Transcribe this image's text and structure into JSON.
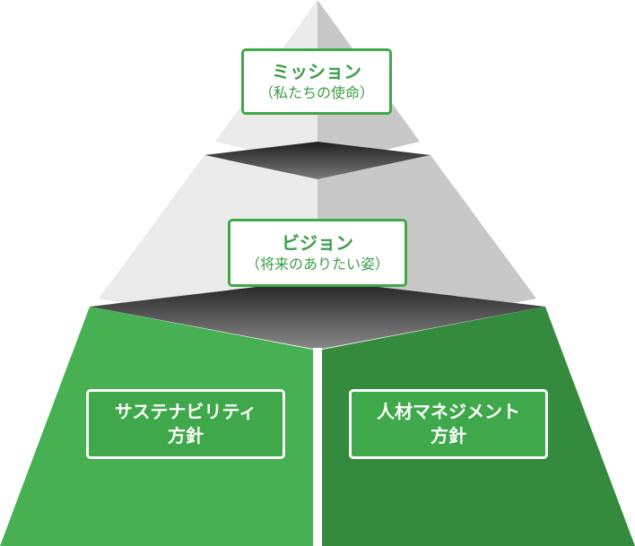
{
  "pyramid": {
    "top": {
      "title": "ミッション",
      "subtitle": "（私たちの使命）"
    },
    "middle": {
      "title": "ビジョン",
      "subtitle": "（将来のありたい姿）"
    },
    "bottom_left": {
      "line1": "サステナビリティ",
      "line2": "方針"
    },
    "bottom_right": {
      "line1": "人材マネジメント",
      "line2": "方針"
    }
  },
  "colors": {
    "accent_green": "#3fa84a",
    "green_light_face": "#46b052",
    "green_dark_face": "#358b3d",
    "grey_light_face": "#ebebeb",
    "grey_dark_face": "#c8c8c8",
    "gap_dark": "#2b2b2b"
  }
}
